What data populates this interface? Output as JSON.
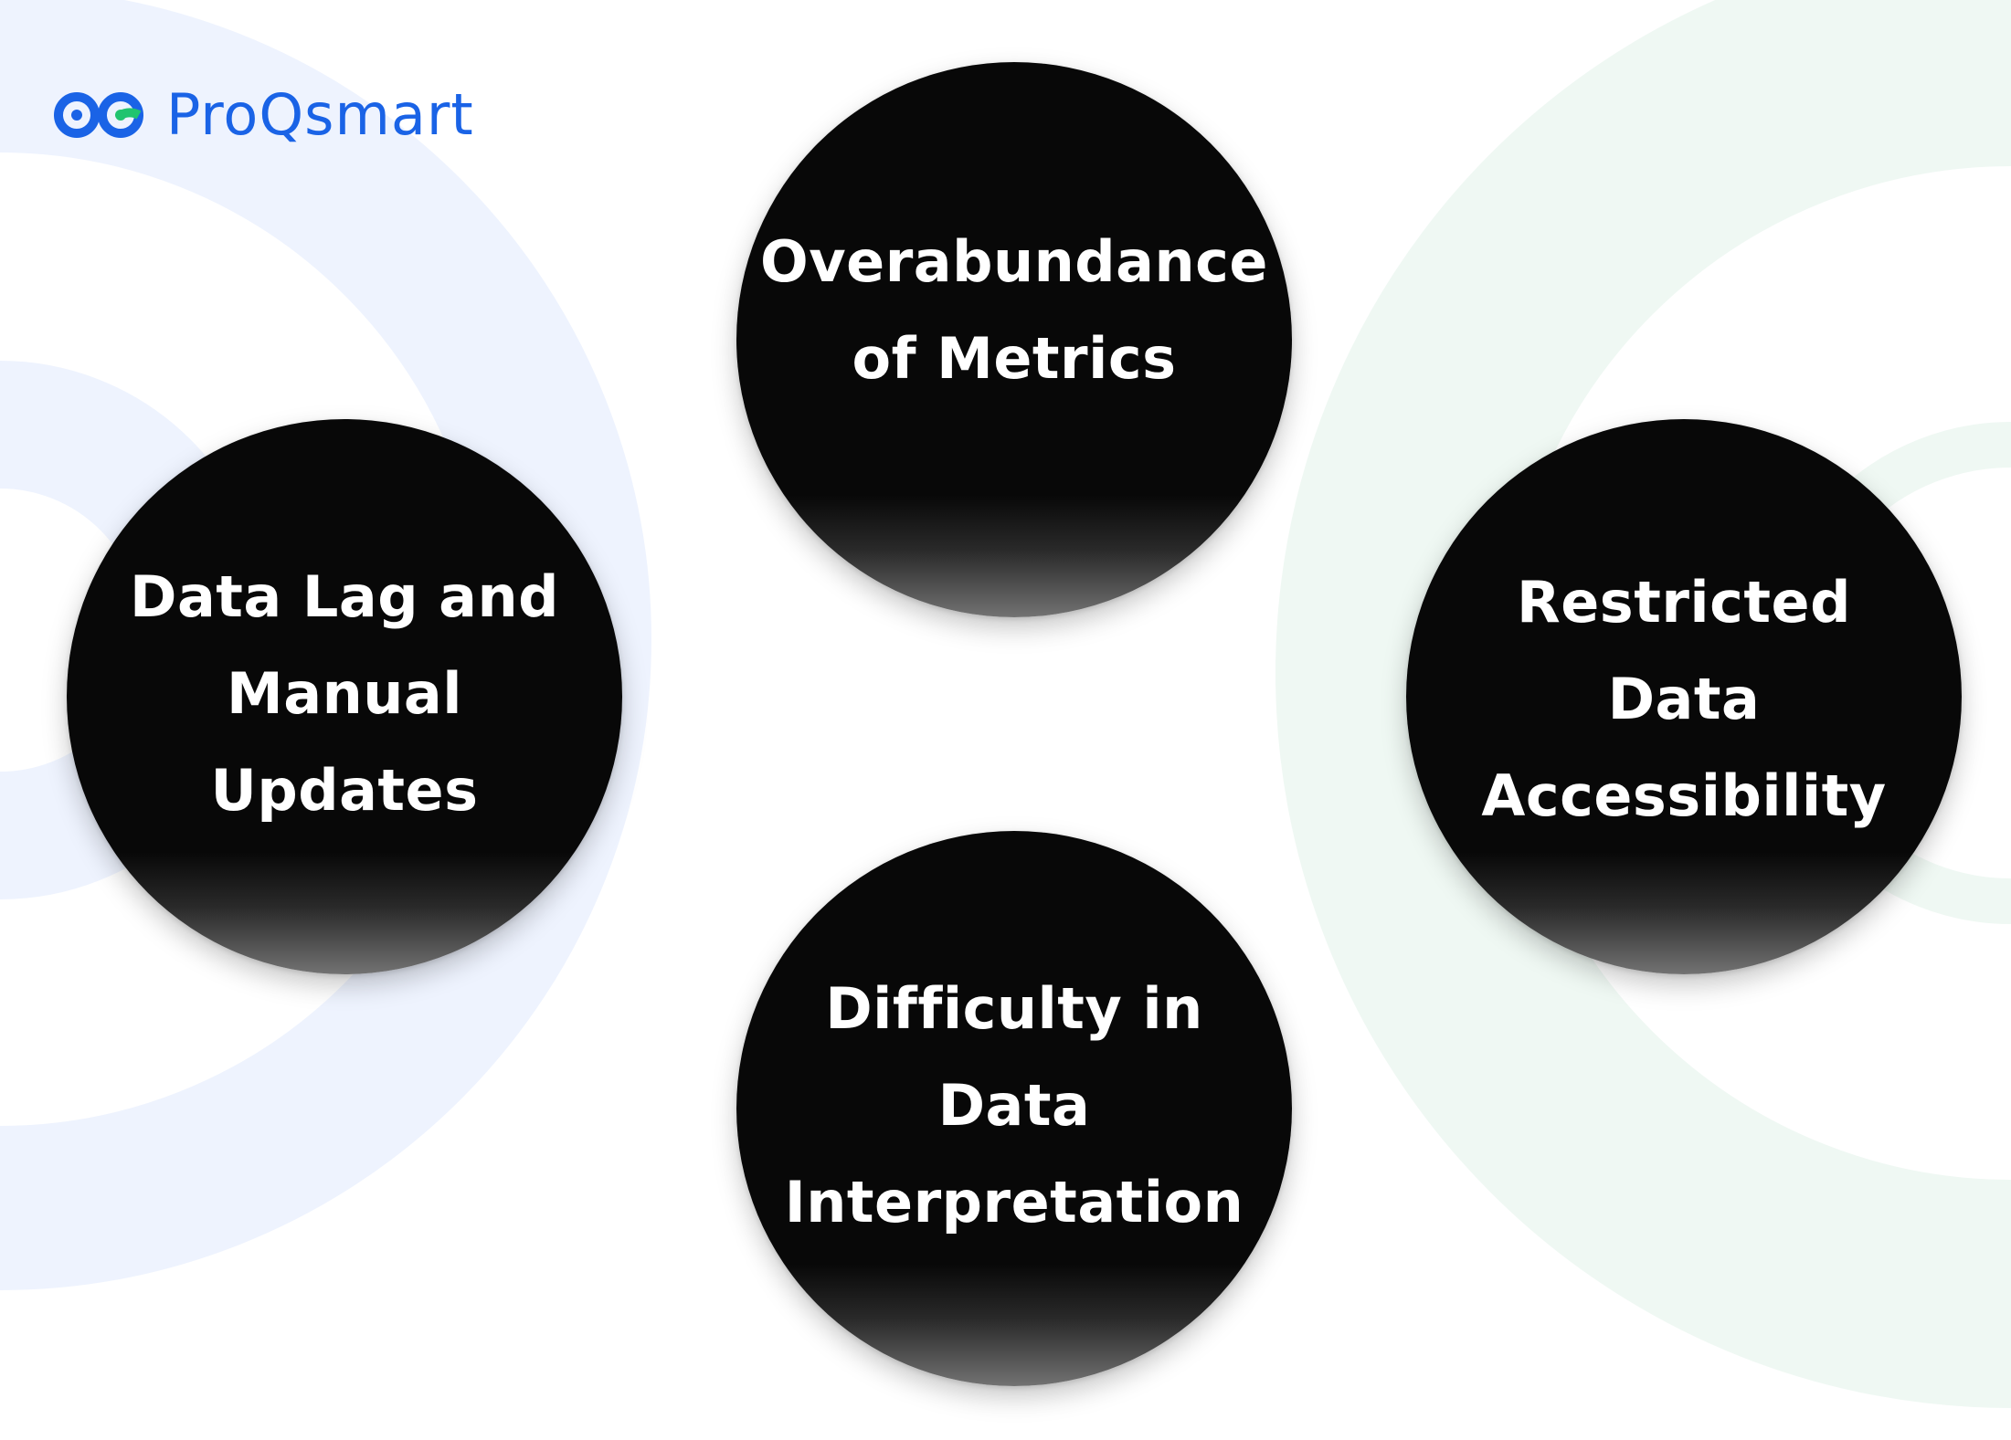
{
  "brand": {
    "name": "ProQsmart",
    "colors": {
      "blue": "#1a63e6",
      "green": "#21c46f"
    }
  },
  "background_colors": {
    "left_arcs": "#eef3fe",
    "right_arcs": "#eff8f3"
  },
  "circles": {
    "top": "Overabundance\nof Metrics",
    "left": "Data Lag and\nManual\nUpdates",
    "right": "Restricted\nData\nAccessibility",
    "bottom": "Difficulty in\nData\nInterpretation"
  }
}
